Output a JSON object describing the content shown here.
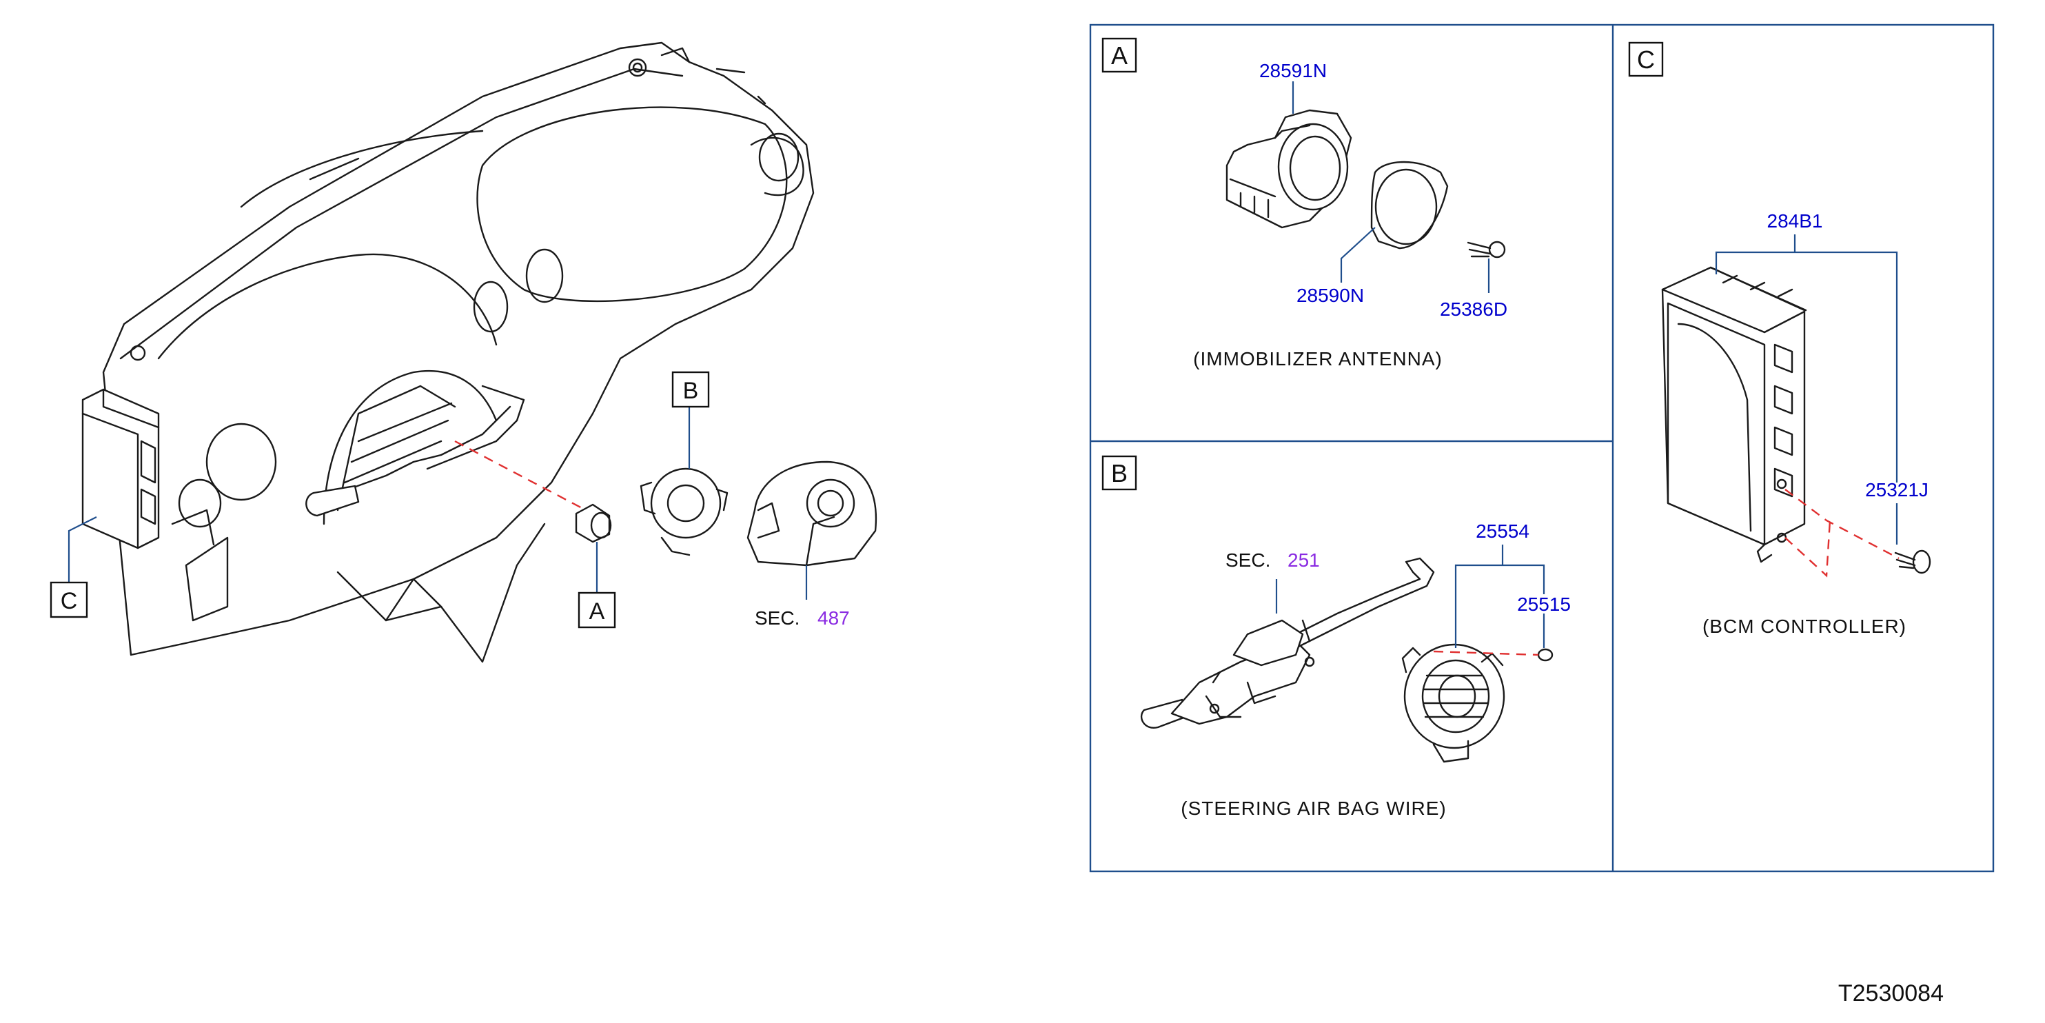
{
  "diagram_id": "T2530084",
  "main_view": {
    "callouts": {
      "a": "A",
      "b": "B",
      "c": "C"
    },
    "sec_label": "SEC.",
    "sec_number": "487"
  },
  "panel_a": {
    "letter": "A",
    "caption": "(IMMOBILIZER   ANTENNA)",
    "parts": {
      "p1": "28591N",
      "p2": "28590N",
      "p3": "25386D"
    }
  },
  "panel_b": {
    "letter": "B",
    "caption": "(STEERING   AIR   BAG   WIRE)",
    "sec_label": "SEC.",
    "sec_number": "251",
    "parts": {
      "p1": "25554",
      "p2": "25515"
    }
  },
  "panel_c": {
    "letter": "C",
    "caption": "(BCM   CONTROLLER)",
    "parts": {
      "p1": "284B1",
      "p2": "25321J"
    }
  },
  "colors": {
    "part_number": "#0000cc",
    "section_number": "#8a2be2",
    "leader": "#1f4e8c",
    "hidden_line": "#e03030"
  }
}
